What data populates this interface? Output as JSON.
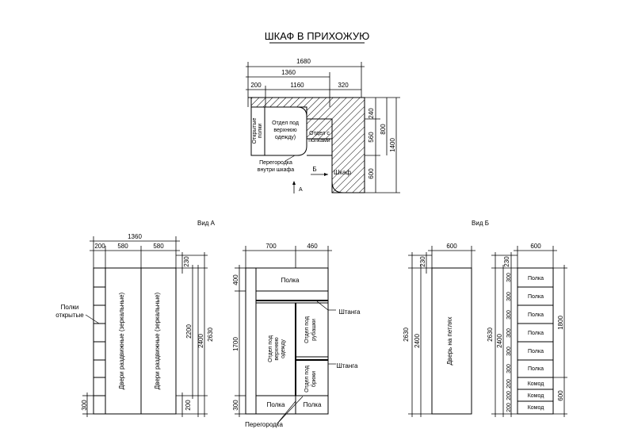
{
  "title": "ШКАФ В ПРИХОЖУЮ",
  "plan": {
    "dims": {
      "total_width": "1680",
      "inner_width": "1360",
      "left_200": "200",
      "middle_1160": "1160",
      "right_320": "320",
      "d240": "240",
      "d560": "560",
      "d600": "600",
      "d800": "800",
      "d1400": "1400"
    },
    "labels": {
      "open_shelves_1": "Открытые",
      "open_shelves_2": "полки",
      "outerwear_1": "Отдел под",
      "outerwear_2": "верхнюю",
      "outerwear_3": "одежду)",
      "shelves_1": "Отдел с",
      "shelves_2": "полками",
      "partition_1": "Перегородка",
      "partition_2": "внутри шкафа",
      "cabinet": "Шкаф",
      "view_b_marker": "Б",
      "view_a_marker": "А"
    }
  },
  "view_a": {
    "title": "Вид А",
    "front": {
      "dims": {
        "w1360": "1360",
        "w200": "200",
        "w580a": "580",
        "w580b": "580",
        "h230": "230",
        "h2200": "2200",
        "h2400": "2400",
        "h2630": "2630",
        "h200": "200",
        "h300": "300"
      },
      "door_label": "Двери раздвижные (зеркальные)",
      "open_shelves_1": "Полки",
      "open_shelves_2": "открытые"
    },
    "section": {
      "dims": {
        "w700": "700",
        "w460": "460",
        "h400": "400",
        "h1700": "1700",
        "h300": "300"
      },
      "shelf_top": "Полка",
      "outerwear_1": "Отдел под",
      "outerwear_2": "верхнюю",
      "outerwear_3": "одежду",
      "shirts_1": "Отдел под",
      "shirts_2": "рубашки",
      "trousers_1": "Отдел под",
      "trousers_2": "брюки",
      "rod_1": "Штанга",
      "rod_2": "Штанга",
      "shelf_bottom_1": "Полка",
      "shelf_bottom_2": "Полка",
      "partition": "Перегородка"
    }
  },
  "view_b": {
    "title": "Вид Б",
    "front": {
      "dims": {
        "w600": "600",
        "h230": "230",
        "h2400": "2400",
        "h2630": "2630"
      },
      "door_label": "Дверь на петлях"
    },
    "section": {
      "dims": {
        "w600": "600",
        "h230": "230",
        "h2400": "2400",
        "h2630": "2630",
        "h1800": "1800",
        "h600": "600",
        "h300": "300",
        "h200": "200"
      },
      "shelves": [
        "Полка",
        "Полка",
        "Полка",
        "Полка",
        "Полка",
        "Полка"
      ],
      "drawers": [
        "Комод",
        "Комод",
        "Комод"
      ]
    }
  }
}
